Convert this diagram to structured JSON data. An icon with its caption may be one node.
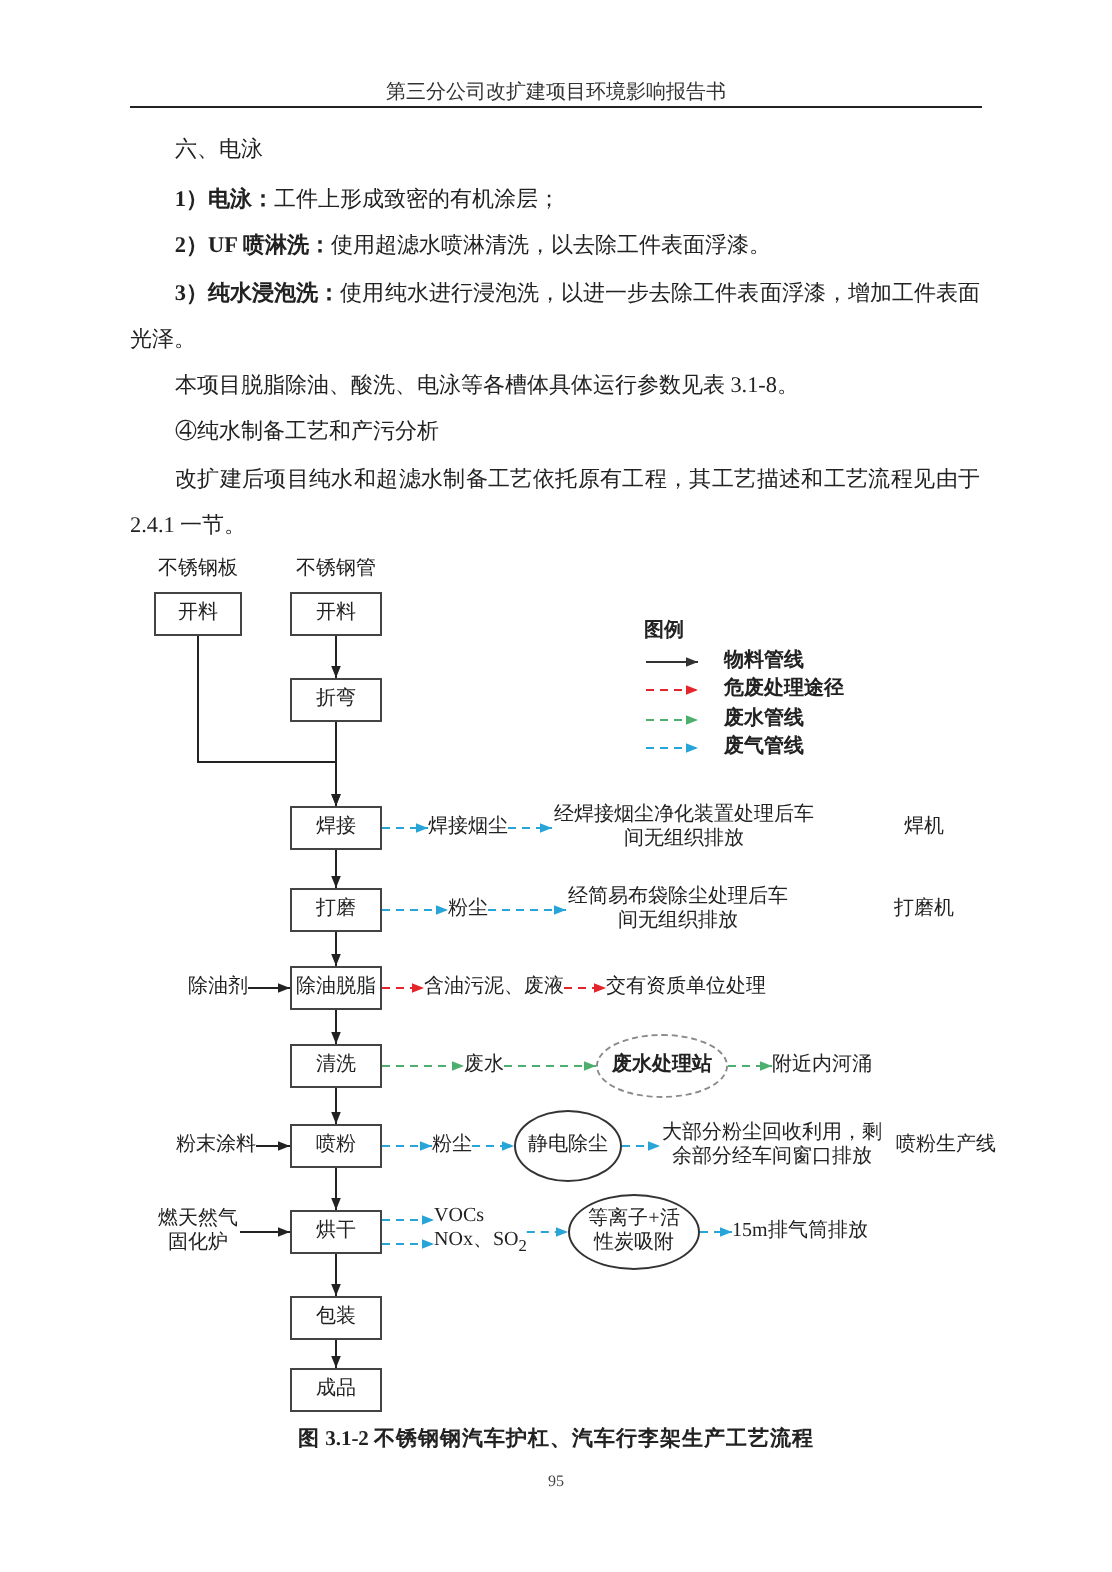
{
  "diagram": {
    "caption": "图 3.1-2 不锈钢钢汽车护杠、汽车行李架生产工艺流程",
    "nodes": [
      {
        "text": [
          "开料"
        ],
        "beside": [
          "不锈钢板"
        ]
      },
      {
        "text": [
          "开料"
        ],
        "beside": [
          "不锈钢管"
        ]
      },
      {
        "text": [
          "折弯"
        ]
      },
      {
        "text": [
          "焊接"
        ]
      },
      {
        "text": [
          "焊接烟尘"
        ]
      },
      {
        "text": [
          "经焊接烟尘净化装置处理后车间无组织排放"
        ]
      },
      {
        "text": [
          "打磨"
        ]
      },
      {
        "text": [
          "粉尘"
        ]
      },
      {
        "text": [
          "经简易布袋除尘处理后车间无组织排放"
        ]
      },
      {
        "text": [
          "除油剂"
        ]
      },
      {
        "text": [
          "除油脱脂"
        ]
      },
      {
        "text": [
          "含油污泥、废液"
        ]
      },
      {
        "text": [
          "交有资质单位处理"
        ]
      },
      {
        "text": [
          "清洗"
        ]
      },
      {
        "text": [
          "废水"
        ]
      },
      {
        "text": [
          "废水处理站"
        ]
      },
      {
        "text": [
          "附近内河涌"
        ]
      },
      {
        "text": [
          "粉末涂料"
        ]
      },
      {
        "text": [
          "喷粉"
        ]
      },
      {
        "text": [
          "粉尘"
        ]
      },
      {
        "text": [
          "静电除尘"
        ]
      },
      {
        "text": [
          "大部分粉尘回收利用，剩余部分经车间窗口排放"
        ]
      },
      {
        "text": [
          "燃天然气固化炉"
        ]
      },
      {
        "text": [
          "烘干"
        ]
      },
      {
        "text": [
          "VOCs",
          "NOx、SO$_{2}$"
        ]
      },
      {
        "text": [
          "等离子+活性炭吸附"
        ]
      },
      {
        "text": [
          "15m排气筒排放"
        ]
      },
      {
        "text": [
          "包装"
        ]
      },
      {
        "text": [
          "成品"
        ]
      }
    ],
    "edges": [
      {
        "from": 0,
        "to": 3,
        "arrow": "to"
      },
      {
        "from": 1,
        "to": 2,
        "arrow": "to"
      },
      {
        "from": 2,
        "to": 3,
        "arrow": "to"
      },
      {
        "from": 3,
        "to": 4,
        "arrow": "to",
        "style": "dashed",
        "color": "#27a4d8"
      },
      {
        "from": 4,
        "to": 5,
        "arrow": "to",
        "style": "dashed",
        "color": "#27a4d8"
      },
      {
        "from": 3,
        "to": 6,
        "arrow": "to"
      },
      {
        "from": 6,
        "to": 7,
        "arrow": "to",
        "style": "dashed",
        "color": "#27a4d8"
      },
      {
        "from": 7,
        "to": 8,
        "arrow": "to",
        "style": "dashed",
        "color": "#27a4d8"
      },
      {
        "from": 6,
        "to": 10,
        "arrow": "to"
      },
      {
        "from": 9,
        "to": 10,
        "arrow": "to"
      },
      {
        "from": 10,
        "to": 11,
        "arrow": "to",
        "style": "dashed",
        "color": "#e3242b"
      },
      {
        "from": 11,
        "to": 12,
        "arrow": "to",
        "style": "dashed",
        "color": "#e3242b"
      },
      {
        "from": 10,
        "to": 13,
        "arrow": "to"
      },
      {
        "from": 13,
        "to": 14,
        "arrow": "to",
        "style": "dashed",
        "color": "#4caf6e"
      },
      {
        "from": 14,
        "to": 15,
        "arrow": "to",
        "style": "dashed",
        "color": "#4caf6e"
      },
      {
        "from": 15,
        "to": 16,
        "arrow": "to",
        "style": "dashed",
        "color": "#4caf6e"
      },
      {
        "from": 13,
        "to": 18,
        "arrow": "to"
      },
      {
        "from": 17,
        "to": 18,
        "arrow": "to"
      },
      {
        "from": 18,
        "to": 19,
        "arrow": "to",
        "style": "dashed",
        "color": "#27a4d8"
      },
      {
        "from": 19,
        "to": 20,
        "arrow": "to",
        "style": "dashed",
        "color": "#27a4d8"
      },
      {
        "from": 20,
        "to": 21,
        "arrow": "to",
        "style": "dashed",
        "color": "#27a4d8"
      },
      {
        "from": 18,
        "to": 23,
        "arrow": "to"
      },
      {
        "from": 22,
        "to": 23,
        "arrow": "to"
      },
      {
        "from": 23,
        "to": 24,
        "arrow": "to",
        "style": "dashed",
        "color": "#27a4d8"
      },
      {
        "from": 23,
        "to": 24,
        "arrow": "to",
        "style": "dashed",
        "color": "#27a4d8"
      },
      {
        "from": 24,
        "to": 25,
        "arrow": "to",
        "style": "dashed",
        "color": "#27a4d8"
      },
      {
        "from": 25,
        "to": 26,
        "arrow": "to",
        "style": "dashed",
        "color": "#27a4d8"
      },
      {
        "from": 23,
        "to": 27,
        "arrow": "to"
      },
      {
        "from": 27,
        "to": 28,
        "arrow": "to"
      }
    ],
    "labels": [
      "第三分公司改扩建项目环境影响报告书",
      "六、电泳",
      "**1）电泳：**工件上形成致密的有机涂层；",
      "**2）UF 喷淋洗：**使用超滤水喷淋清洗，以去除工件表面浮漆。",
      "**3）纯水浸泡洗：**使用纯水进行浸泡洗，以进一步去除工件表面浮漆，增加工件表面光泽。",
      "本项目脱脂除油、酸洗、电泳等各槽体具体运行参数见表 3.1-8。",
      "④纯水制备工艺和产污分析",
      "改扩建后项目纯水和超滤水制备工艺依托原有工程，其工艺描述和工艺流程见由于 2.4.1 一节。",
      "图例",
      "焊机",
      "打磨机",
      "喷粉生产线",
      "95"
    ],
    "legend": [
      {
        "text": "物料管线",
        "color": "#333333"
      },
      {
        "text": "危废处理途径",
        "color": "#e3242b"
      },
      {
        "text": "废水管线",
        "color": "#4caf6e"
      },
      {
        "text": "废气管线",
        "color": "#27a4d8"
      }
    ]
  }
}
